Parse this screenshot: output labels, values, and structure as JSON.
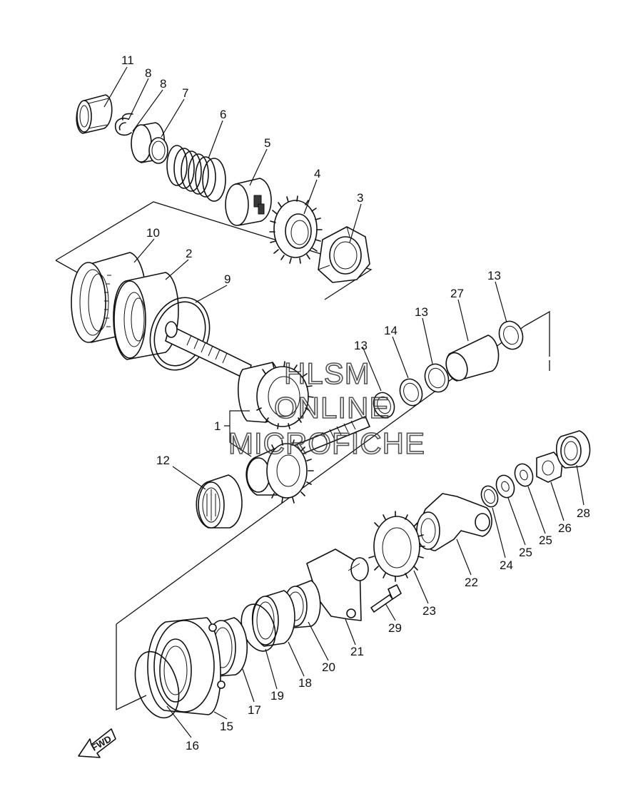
{
  "watermark": {
    "line1": "HLSM",
    "line2": "ONLINE",
    "line3": "MICROFICHE"
  },
  "direction_indicator": {
    "label": "FWD"
  },
  "callouts": {
    "c1": "1",
    "c2": "2",
    "c3": "3",
    "c4": "4",
    "c5": "5",
    "c6": "6",
    "c7": "7",
    "c8a": "8",
    "c8b": "8",
    "c9": "9",
    "c10": "10",
    "c11": "11",
    "c12": "12",
    "c13a": "13",
    "c13b": "13",
    "c13c": "13",
    "c14": "14",
    "c15": "15",
    "c16": "16",
    "c17": "17",
    "c18": "18",
    "c19": "19",
    "c20": "20",
    "c21": "21",
    "c22": "22",
    "c23": "23",
    "c24": "24",
    "c25a": "25",
    "c25b": "25",
    "c26": "26",
    "c27": "27",
    "c28": "28",
    "c29": "29"
  }
}
